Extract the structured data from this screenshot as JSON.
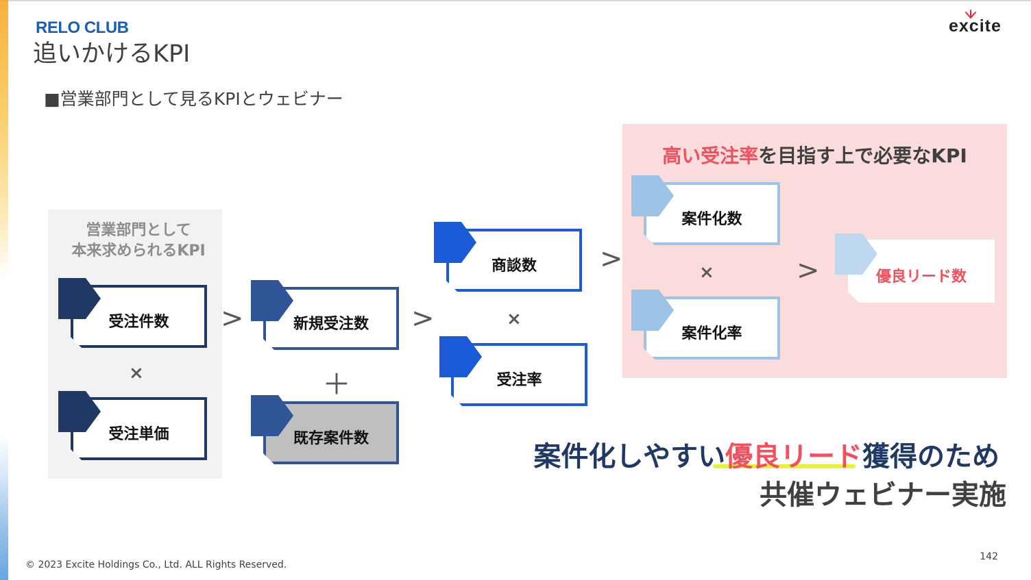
{
  "header": {
    "brand": "RELO CLUB",
    "title": "追いかけるKPI",
    "subtitle": "■営業部門として見るKPIとウェビナー",
    "partner_logo": "excite"
  },
  "sales_panel": {
    "caption_line1": "営業部門として",
    "caption_line2": "本来求められるKPI",
    "box1": "受注件数",
    "box2": "受注単価",
    "op_times": "×"
  },
  "col2": {
    "box1": "新規受注数",
    "box2": "既存案件数",
    "op_plus": "＋"
  },
  "col3": {
    "box1": "商談数",
    "box2": "受注率",
    "op_times": "×"
  },
  "operators": {
    "gt": ">"
  },
  "kpi_panel": {
    "title_highlight": "高い受注率",
    "title_rest": "を目指す上で必要なKPI",
    "box1": "案件化数",
    "box2": "案件化率",
    "op_times": "×",
    "result": "優良リード数"
  },
  "conclusion": {
    "line1_before": "案件化しやすい",
    "line1_highlight": "優良リード",
    "line1_after": "獲得のため",
    "line2": "共催ウェビナー実施"
  },
  "footer": {
    "copyright": "© 2023 Excite Holdings Co., Ltd. ALL Rights Reserved.",
    "page_number": "142"
  },
  "colors": {
    "dark_navy": "#203864",
    "mid_navy": "#2f5597",
    "bright_blue": "#1a5ad6",
    "light_blue": "#9dc3e6",
    "pink_panel": "#fbdcdc",
    "highlight_red": "#f2505d",
    "marker_yellow": "#e9f23a"
  }
}
